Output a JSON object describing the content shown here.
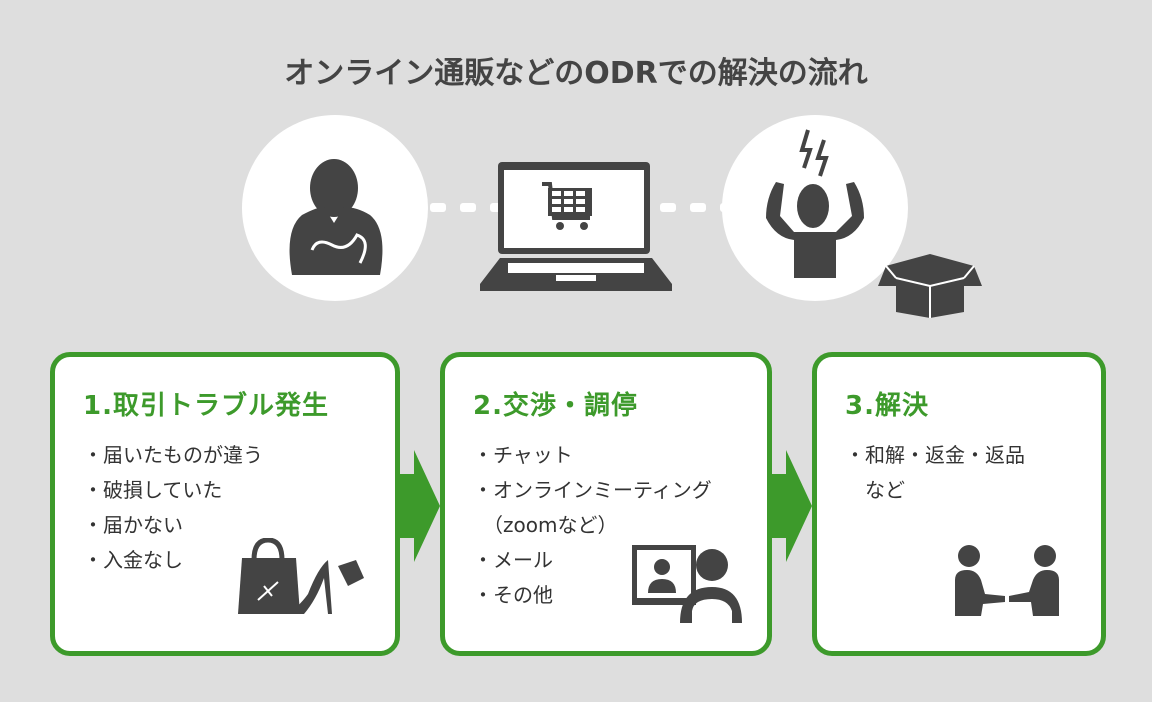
{
  "title": "オンライン通販などのODRでの解決の流れ",
  "icons": [
    "person-icon",
    "laptop-cart-icon",
    "frustrated-person-icon",
    "damaged-box-icon",
    "bag-shoe-icon",
    "video-call-icon",
    "handshake-icon"
  ],
  "colors": {
    "accent": "#3d9a2b",
    "icon": "#444444",
    "background": "#dedede"
  },
  "steps": [
    {
      "heading": "1.取引トラブル発生",
      "items": [
        "・届いたものが違う",
        "・破損していた",
        "・届かない",
        "・入金なし"
      ]
    },
    {
      "heading": "2.交渉・調停",
      "items": [
        "・チャット",
        "・オンラインミーティング",
        "　（zoomなど）",
        "・メール",
        "・その他"
      ]
    },
    {
      "heading": "3.解決",
      "items": [
        "・和解・返金・返品",
        "　など"
      ]
    }
  ]
}
